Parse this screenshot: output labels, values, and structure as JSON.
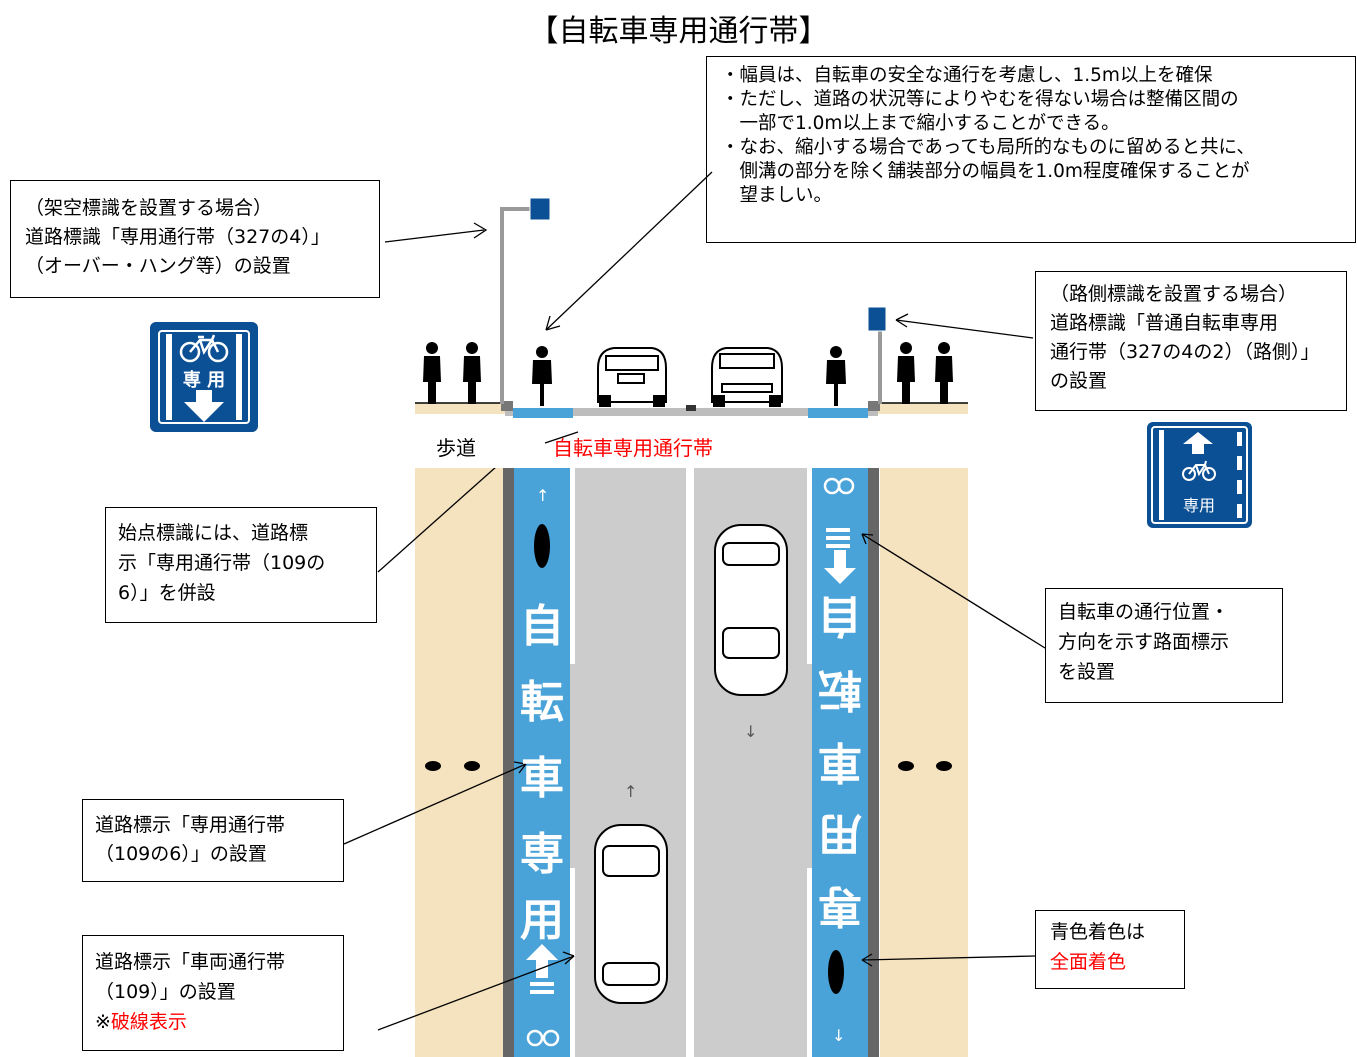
{
  "title": "【自転車専用通行帯】",
  "notes_top_right": [
    "・幅員は、自転車の安全な通行を考慮し、1.5m以上を確保",
    "・ただし、道路の状況等によりやむを得ない場合は整備区間の",
    "　一部で1.0m以上まで縮小することができる。",
    "・なお、縮小する場合であっても局所的なものに留めると共に、",
    "　側溝の部分を除く舗装部分の幅員を1.0m程度確保することが",
    "　望ましい。"
  ],
  "callouts": {
    "overhead_sign": [
      "（架空標識を設置する場合）",
      "道路標識「専用通行帯（327の4）」",
      "（オーバー・ハング等）の設置"
    ],
    "roadside_sign": [
      "（路側標識を設置する場合）",
      "道路標識「普通自転車専用",
      "通行帯（327の4の2）（路側）」",
      "の設置"
    ],
    "start_sign": [
      "始点標識には、道路標",
      "示「専用通行帯（109の",
      "6）」を併設"
    ],
    "road_marking_position": [
      "自転車の通行位置・",
      "方向を示す路面標示",
      "を設置"
    ],
    "marking_109_6": [
      "道路標示「専用通行帯",
      "（109の6）」の設置"
    ],
    "marking_109_line1": "道路標示「車両通行帯",
    "marking_109_line2": "（109）」の設置",
    "marking_109_prefix": "※",
    "marking_109_red": "破線表示",
    "blue_color_line1": "青色着色は",
    "blue_color_red": "全面着色"
  },
  "labels": {
    "sidewalk": "歩道",
    "bike_lane": "自転車専用通行帯"
  },
  "sign_left_text": "専 用",
  "sign_right_text": "専用",
  "lane_text_left": [
    "自",
    "転",
    "車",
    "専",
    "用"
  ],
  "lane_text_right": [
    "専",
    "用",
    "車",
    "転",
    "自"
  ],
  "colors": {
    "bike_lane_blue": "#4aa3d8",
    "sign_blue": "#0b4f95",
    "road_gray": "#cccccc",
    "sidewalk_beige": "#f5e2be",
    "highlight_red": "#ff0000"
  }
}
